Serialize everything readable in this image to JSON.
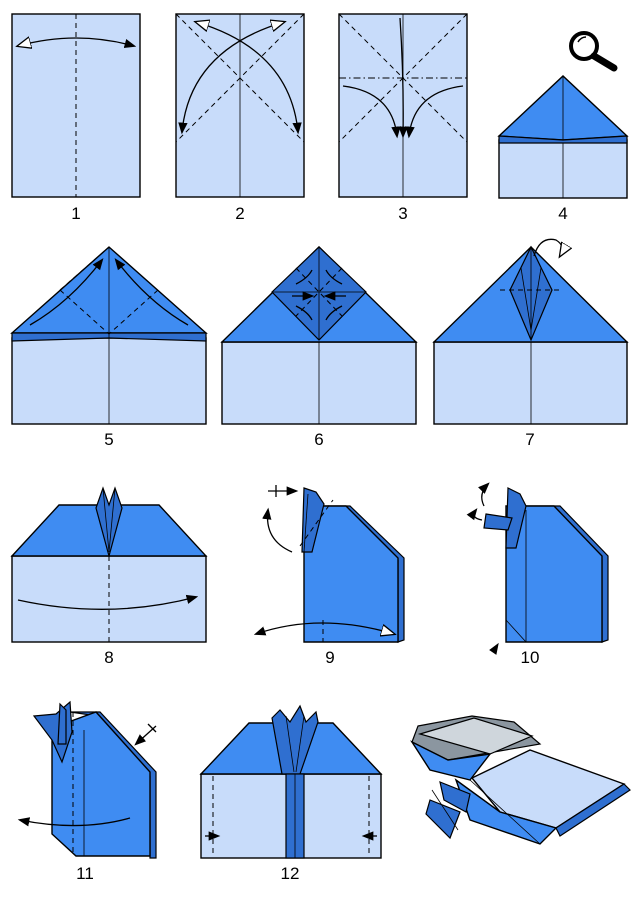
{
  "steps": [
    {
      "number": "1"
    },
    {
      "number": "2"
    },
    {
      "number": "3"
    },
    {
      "number": "4"
    },
    {
      "number": "5"
    },
    {
      "number": "6"
    },
    {
      "number": "7"
    },
    {
      "number": "8"
    },
    {
      "number": "9"
    },
    {
      "number": "10"
    },
    {
      "number": "11"
    },
    {
      "number": "12"
    }
  ],
  "icons": {
    "zoom": "magnifier-icon"
  },
  "colors": {
    "paper_front": "#c8dcfa",
    "paper_back": "#3f8cf2",
    "outline": "#000000"
  }
}
